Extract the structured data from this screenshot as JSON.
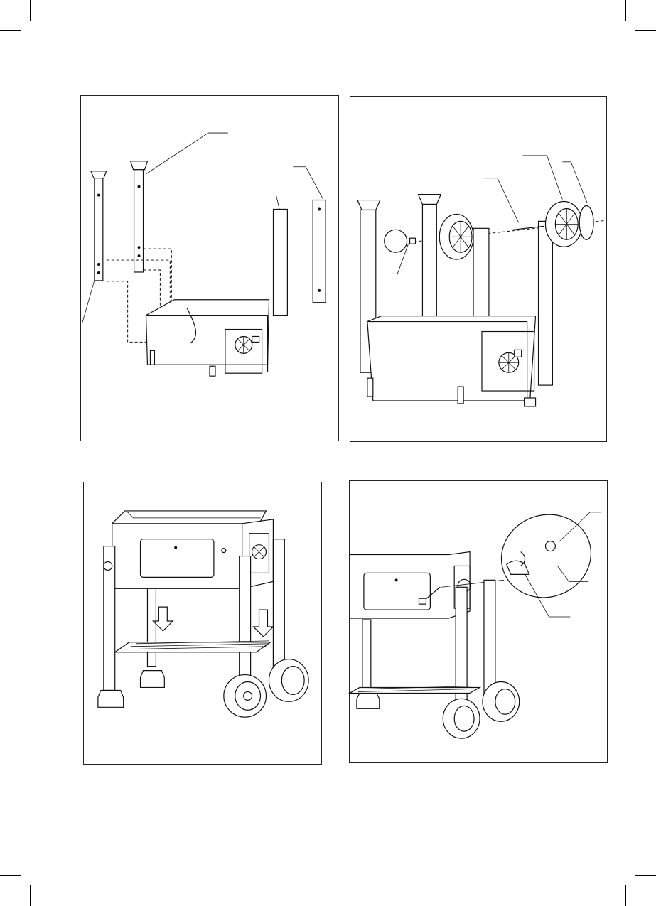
{
  "document": {
    "type": "assembly-instructions",
    "panels": [
      {
        "id": "step-1",
        "depicts": "legs"
      },
      {
        "id": "step-2",
        "depicts": "wheels"
      },
      {
        "id": "step-3",
        "depicts": "shelf"
      },
      {
        "id": "step-4",
        "depicts": "igniter"
      }
    ]
  },
  "colors": {
    "line": "#111111",
    "background": "#ffffff"
  }
}
